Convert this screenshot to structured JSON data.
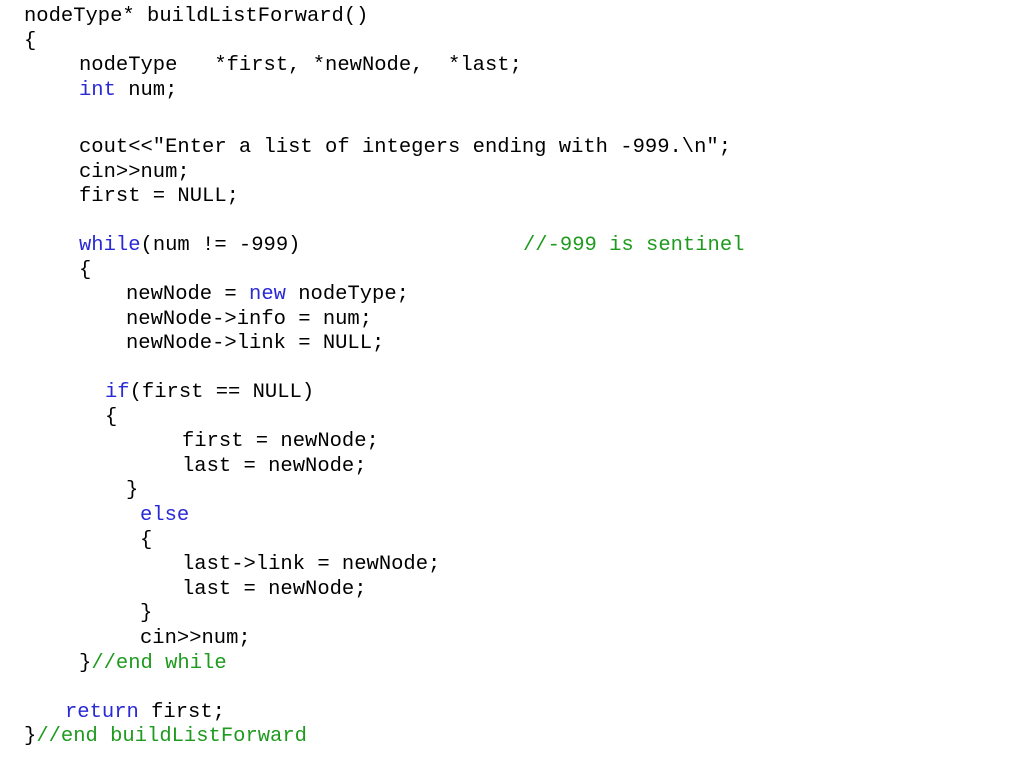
{
  "colors": {
    "text": "#000000",
    "keyword": "#2929d6",
    "comment": "#1e9a1e",
    "background": "#ffffff"
  },
  "lines": [
    {
      "tokens": [
        {
          "t": "nodeType* buildListForward()",
          "k": "plain"
        }
      ]
    },
    {
      "tokens": [
        {
          "t": "{",
          "k": "plain"
        }
      ]
    },
    {
      "tokens": [
        {
          "t": "nodeType   *first, *newNode,  *last;",
          "k": "plain"
        }
      ]
    },
    {
      "tokens": [
        {
          "t": "int",
          "k": "keyword"
        },
        {
          "t": " num;",
          "k": "plain"
        }
      ]
    },
    {
      "tokens": [
        {
          "t": "cout<<\"Enter a list of integers ending with -999.\\n\";",
          "k": "plain"
        }
      ]
    },
    {
      "tokens": [
        {
          "t": "cin>>num;",
          "k": "plain"
        }
      ]
    },
    {
      "tokens": [
        {
          "t": "first = NULL;",
          "k": "plain"
        }
      ]
    },
    {
      "tokens": [
        {
          "t": "while",
          "k": "keyword"
        },
        {
          "t": "(num != -999)",
          "k": "plain"
        }
      ]
    },
    {
      "tokens": [
        {
          "t": "//-999 is sentinel",
          "k": "comment"
        }
      ]
    },
    {
      "tokens": [
        {
          "t": "{",
          "k": "plain"
        }
      ]
    },
    {
      "tokens": [
        {
          "t": "newNode = ",
          "k": "plain"
        },
        {
          "t": "new",
          "k": "keyword"
        },
        {
          "t": " nodeType;",
          "k": "plain"
        }
      ]
    },
    {
      "tokens": [
        {
          "t": "newNode->info = num;",
          "k": "plain"
        }
      ]
    },
    {
      "tokens": [
        {
          "t": "newNode->link = NULL;",
          "k": "plain"
        }
      ]
    },
    {
      "tokens": [
        {
          "t": "if",
          "k": "keyword"
        },
        {
          "t": "(first == NULL)",
          "k": "plain"
        }
      ]
    },
    {
      "tokens": [
        {
          "t": "{",
          "k": "plain"
        }
      ]
    },
    {
      "tokens": [
        {
          "t": "first = newNode;",
          "k": "plain"
        }
      ]
    },
    {
      "tokens": [
        {
          "t": "last = newNode;",
          "k": "plain"
        }
      ]
    },
    {
      "tokens": [
        {
          "t": "}",
          "k": "plain"
        }
      ]
    },
    {
      "tokens": [
        {
          "t": "else",
          "k": "keyword"
        }
      ]
    },
    {
      "tokens": [
        {
          "t": "{",
          "k": "plain"
        }
      ]
    },
    {
      "tokens": [
        {
          "t": "last->link = newNode;",
          "k": "plain"
        }
      ]
    },
    {
      "tokens": [
        {
          "t": "last = newNode;",
          "k": "plain"
        }
      ]
    },
    {
      "tokens": [
        {
          "t": "}",
          "k": "plain"
        }
      ]
    },
    {
      "tokens": [
        {
          "t": "cin>>num;",
          "k": "plain"
        }
      ]
    },
    {
      "tokens": [
        {
          "t": "}",
          "k": "plain"
        },
        {
          "t": "//end while",
          "k": "comment"
        }
      ]
    },
    {
      "tokens": [
        {
          "t": "return",
          "k": "keyword"
        },
        {
          "t": " first;",
          "k": "plain"
        }
      ]
    },
    {
      "tokens": [
        {
          "t": "}",
          "k": "plain"
        },
        {
          "t": "//end buildListForward",
          "k": "comment"
        }
      ]
    }
  ]
}
